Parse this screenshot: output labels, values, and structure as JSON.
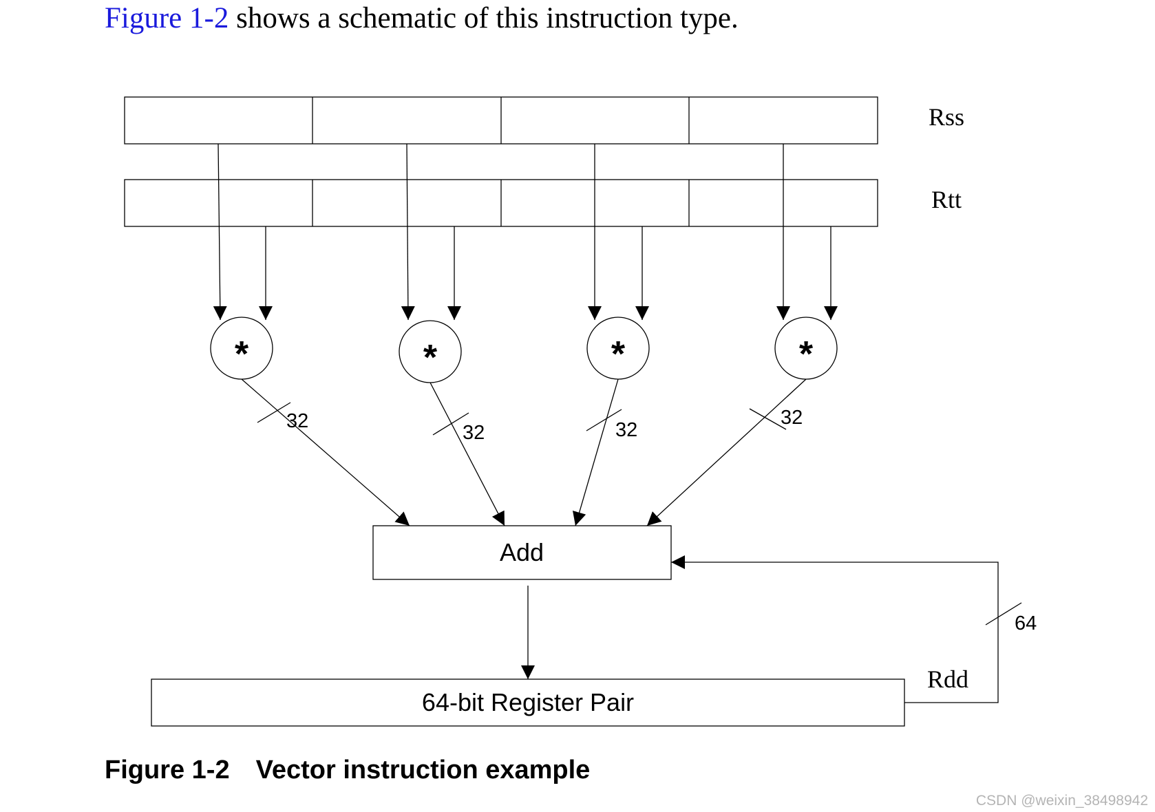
{
  "intro": {
    "link_text": "Figure 1-2",
    "rest_text": " shows a schematic of this instruction type."
  },
  "diagram": {
    "rss_label": "Rss",
    "rtt_label": "Rtt",
    "multiply_symbol": "*",
    "product_width_labels": [
      "32",
      "32",
      "32",
      "32"
    ],
    "adder_label": "Add",
    "register_pair_label": "64-bit Register Pair",
    "rdd_label": "Rdd",
    "feedback_width_label": "64"
  },
  "caption": {
    "number": "Figure 1-2",
    "title": "Vector instruction example"
  },
  "watermark": "CSDN @weixin_38498942"
}
